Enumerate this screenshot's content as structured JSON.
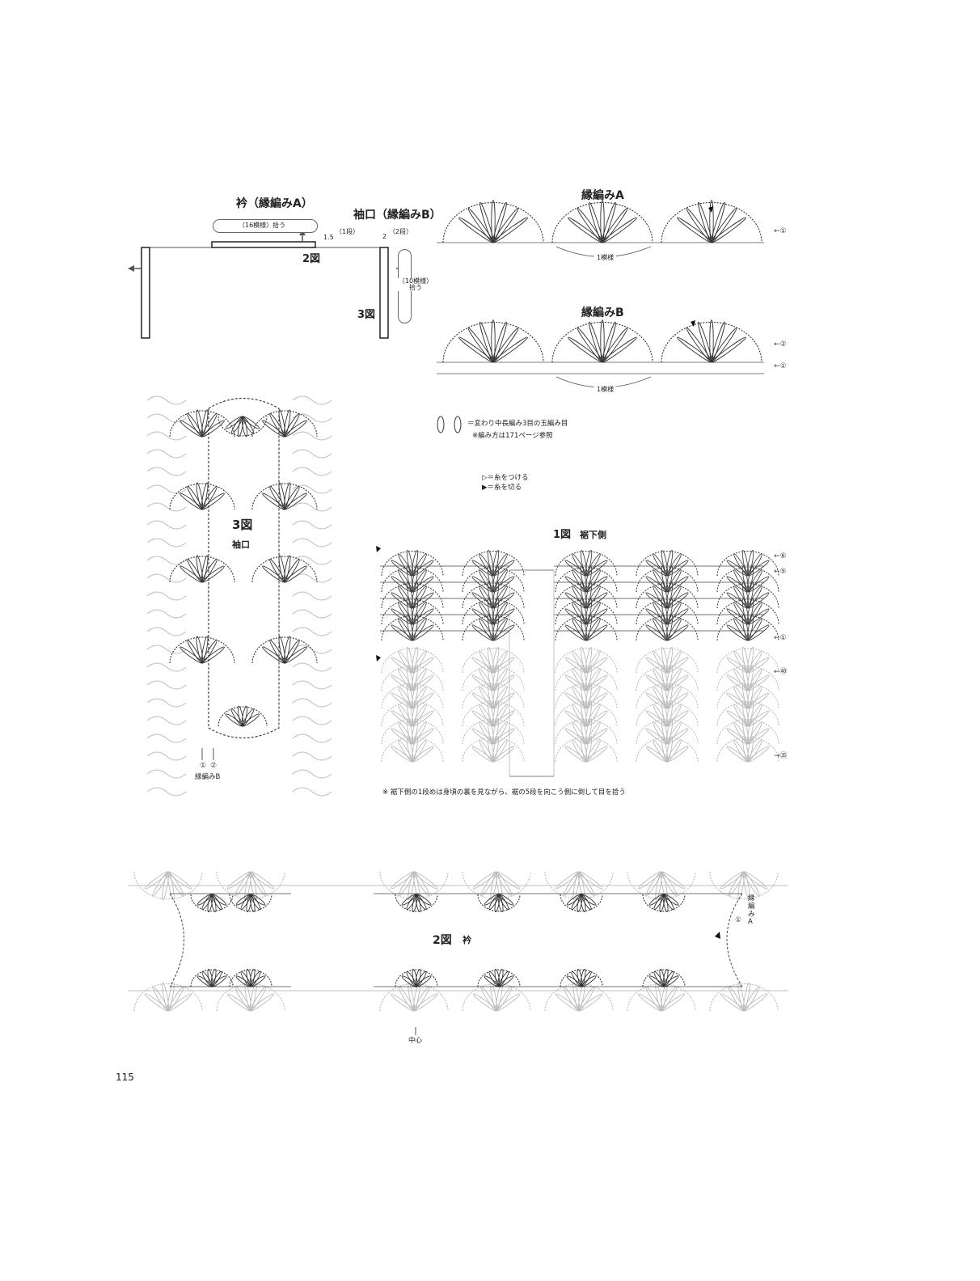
{
  "schematic": {
    "collar_title": "衿（縁編みA）",
    "collar_pickup": "（16模様）拾う",
    "collar_dim": "1.5",
    "collar_rows": "（1段）",
    "collar_fig": "2図",
    "cuff_title": "袖口（縁編みB）",
    "cuff_dim": "2",
    "cuff_rows": "（2段）",
    "cuff_pickup": "（10模様）拾う",
    "cuff_fig": "3図"
  },
  "edging_a": {
    "title": "縁編みA",
    "repeat": "1模様",
    "row1": "←①"
  },
  "edging_b": {
    "title": "縁編みB",
    "repeat": "1模様",
    "row1": "←①",
    "row2": "←②"
  },
  "legend": {
    "stitch": "＝変わり中長編み3目の玉編み目",
    "note": "※編み方は171ページ参照",
    "attach": "▷＝糸をつける",
    "cut": "▶＝糸を切る"
  },
  "fig3": {
    "title": "3図",
    "subtitle": "袖口",
    "row1": "①",
    "row2": "②",
    "label": "縁編みB"
  },
  "fig1": {
    "title": "1図",
    "subtitle": "裾下側",
    "markers": [
      "←⑥",
      "←⑤",
      "←①",
      "←㊵",
      "→㉟"
    ],
    "note": "※ 裾下側の1段めは身頃の裏を見ながら、裾の5段を向こう側に倒して目を拾う"
  },
  "fig2": {
    "title": "2図",
    "subtitle": "衿",
    "side_label": "縁編みA",
    "row1": "①",
    "center": "中心"
  },
  "page_number": "115"
}
